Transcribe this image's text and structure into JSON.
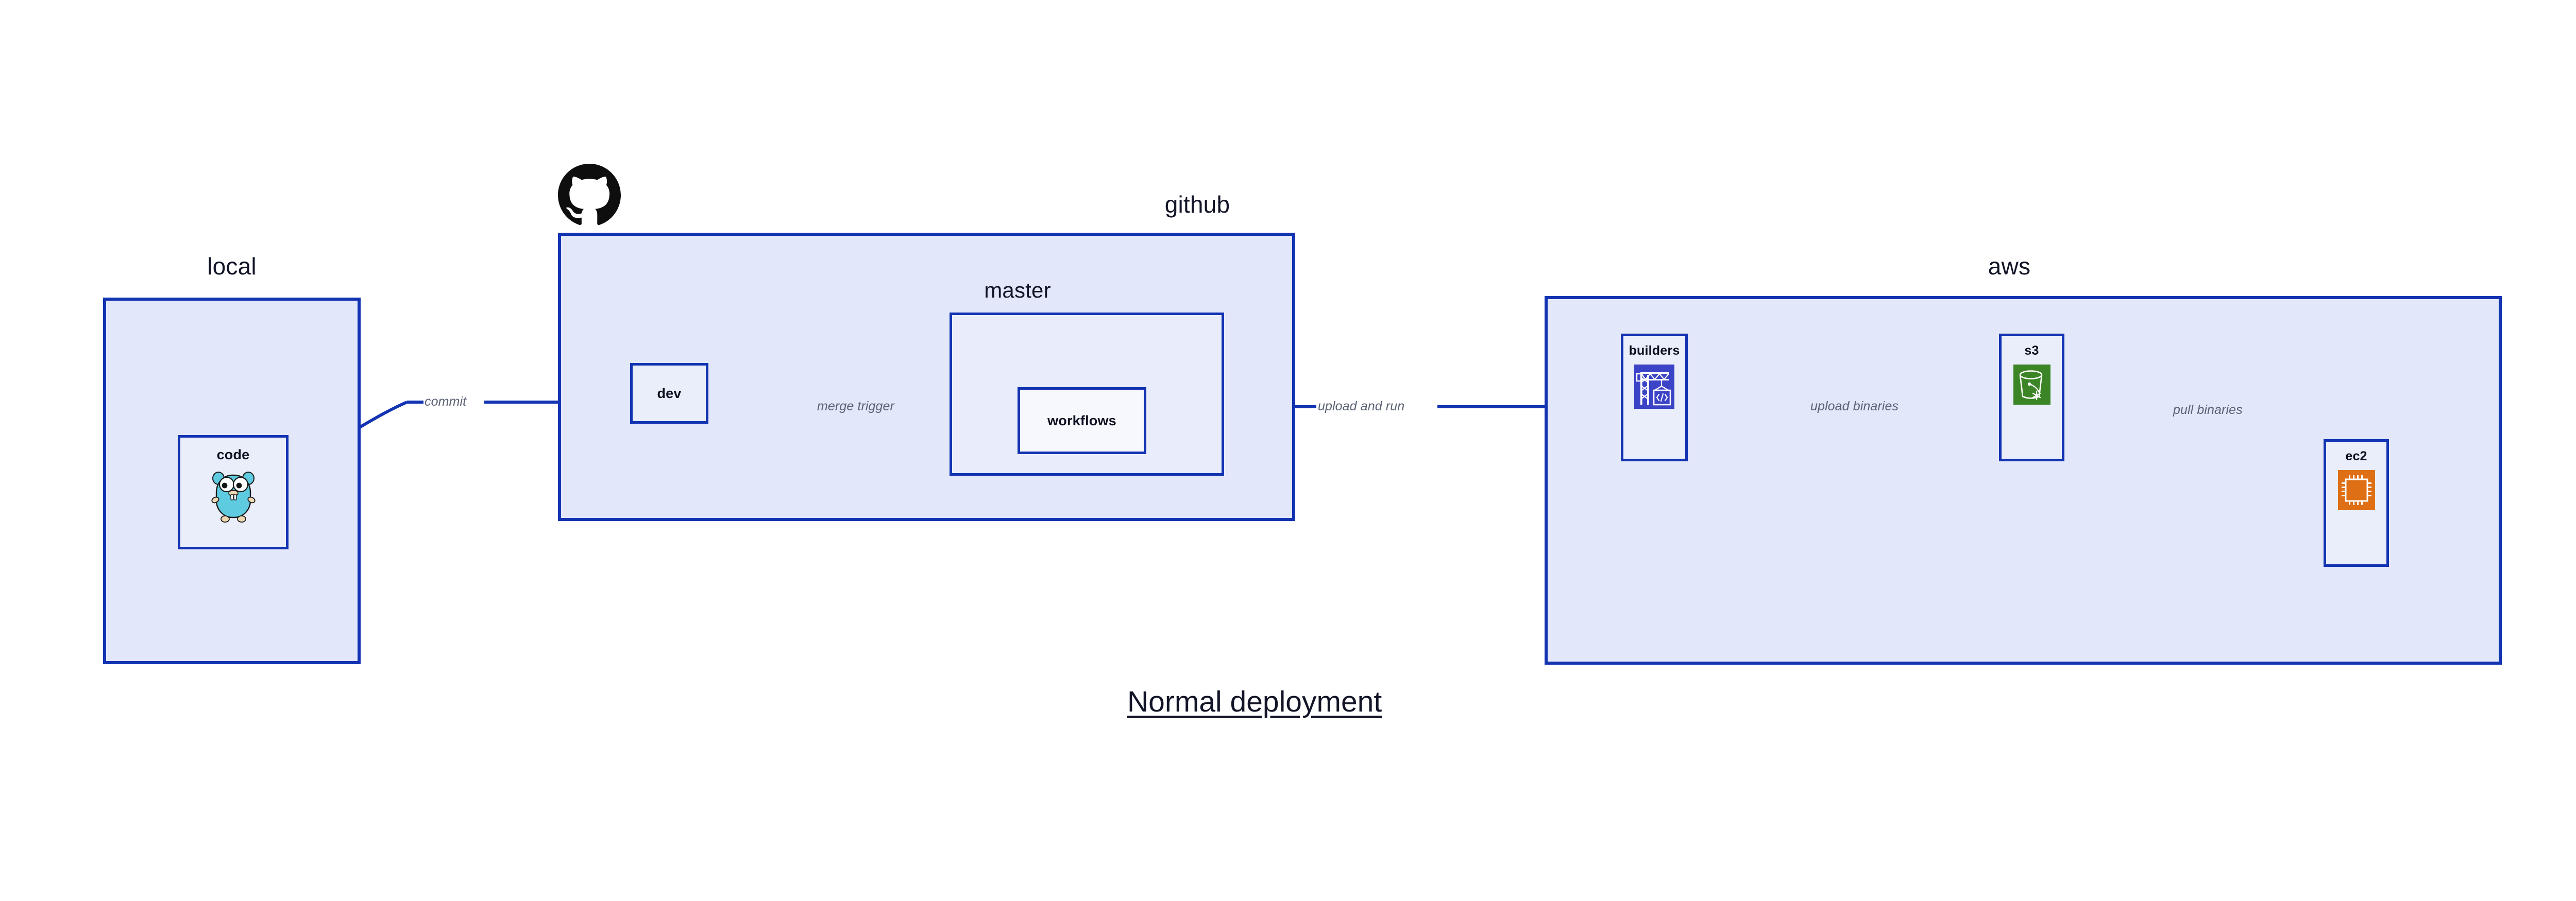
{
  "diagram": {
    "title": "Normal deployment",
    "colors": {
      "group_fill": "#E2E7F9",
      "group_border": "#1233B2",
      "node_fill": "#EAEEFA",
      "edge_stroke": "#1233B2",
      "edge_label_color": "#5A6274",
      "builders_icon_bg": "#3B43C6",
      "s3_icon_bg": "#3C8527",
      "ec2_icon_bg": "#DE6F15",
      "gopher_body": "#5FCBE0",
      "github_logo": "#0E0E0E"
    }
  },
  "groups": [
    {
      "id": "local",
      "label": "local"
    },
    {
      "id": "github",
      "label": "github"
    },
    {
      "id": "master",
      "label": "master"
    },
    {
      "id": "aws",
      "label": "aws"
    }
  ],
  "nodes": [
    {
      "id": "code",
      "label": "code",
      "icon": "go-gopher-icon",
      "group": "local"
    },
    {
      "id": "dev",
      "label": "dev",
      "icon": null,
      "group": "github"
    },
    {
      "id": "workflows",
      "label": "workflows",
      "icon": null,
      "group": "master"
    },
    {
      "id": "builders",
      "label": "builders",
      "icon": "aws-builders-icon",
      "group": "aws"
    },
    {
      "id": "s3",
      "label": "s3",
      "icon": "aws-s3-icon",
      "group": "aws"
    },
    {
      "id": "ec2",
      "label": "ec2",
      "icon": "aws-ec2-icon",
      "group": "aws"
    }
  ],
  "edges": [
    {
      "id": "commit",
      "from": "code",
      "to": "dev",
      "label": "commit"
    },
    {
      "id": "merge-trigger",
      "from": "dev",
      "to": "workflows",
      "label": "merge trigger"
    },
    {
      "id": "upload-run",
      "from": "workflows",
      "to": "builders",
      "label": "upload and run"
    },
    {
      "id": "upload-bin",
      "from": "builders",
      "to": "s3",
      "label": "upload binaries"
    },
    {
      "id": "pull-bin",
      "from": "s3",
      "to": "ec2",
      "label": "pull binaries"
    }
  ],
  "logos": [
    {
      "id": "github-logo",
      "name": "github-octocat-logo"
    }
  ]
}
